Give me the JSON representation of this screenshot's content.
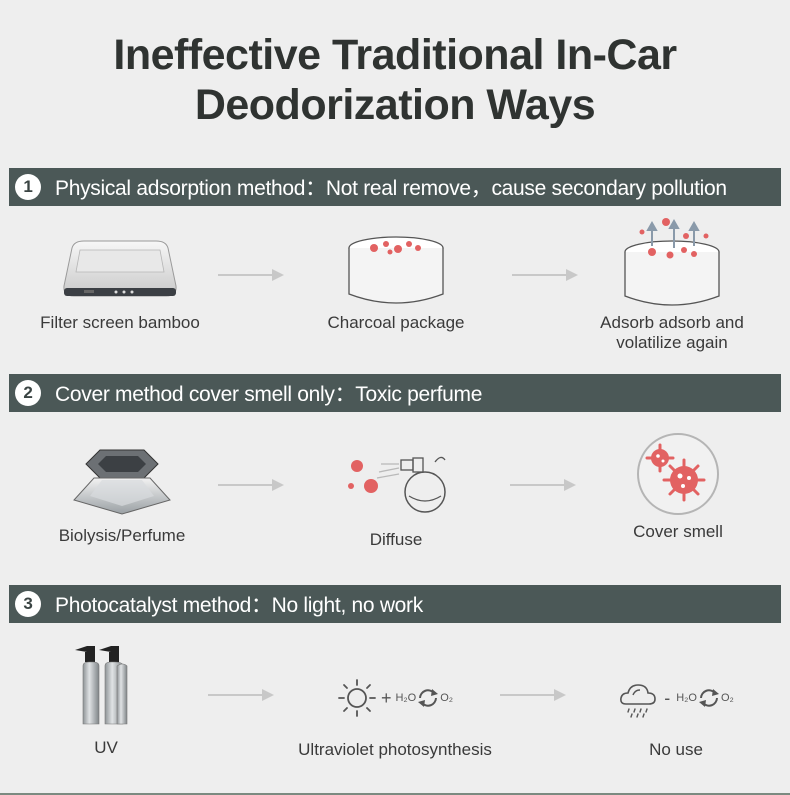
{
  "title": {
    "line1": "Ineffective Traditional In-Car",
    "line2": "Deodorization Ways"
  },
  "sections": [
    {
      "number": "1",
      "heading": "Physical adsorption method：Not real remove，cause secondary pollution",
      "items": [
        {
          "label": "Filter screen bamboo",
          "icon": "air-purifier-icon"
        },
        {
          "label": "Charcoal package",
          "icon": "charcoal-package-icon"
        },
        {
          "label": "Adsorb adsorb and volatilize again",
          "icon": "volatilize-icon"
        }
      ]
    },
    {
      "number": "2",
      "heading": "Cover method cover smell only：Toxic perfume",
      "items": [
        {
          "label": "Biolysis/Perfume",
          "icon": "perfume-bottle-icon"
        },
        {
          "label": "Diffuse",
          "icon": "spray-bottle-icon"
        },
        {
          "label": "Cover smell",
          "icon": "germs-circle-icon"
        }
      ]
    },
    {
      "number": "3",
      "heading": "Photocatalyst method：No light, no work",
      "items": [
        {
          "label": "UV",
          "icon": "spray-bottles-icon"
        },
        {
          "label": "Ultraviolet photosynthesis",
          "icon": "sun-reaction-icon",
          "formula": {
            "plus": "+",
            "h2o": "H₂O",
            "o2": "O₂"
          }
        },
        {
          "label": "No use",
          "icon": "rain-cloud-icon",
          "formula": {
            "minus": "-",
            "h2o": "H₂O",
            "o2": "O₂"
          }
        }
      ]
    }
  ],
  "colors": {
    "bar": "#4b5857",
    "germ": "#e26262",
    "arrow": "#c8c8c8"
  }
}
